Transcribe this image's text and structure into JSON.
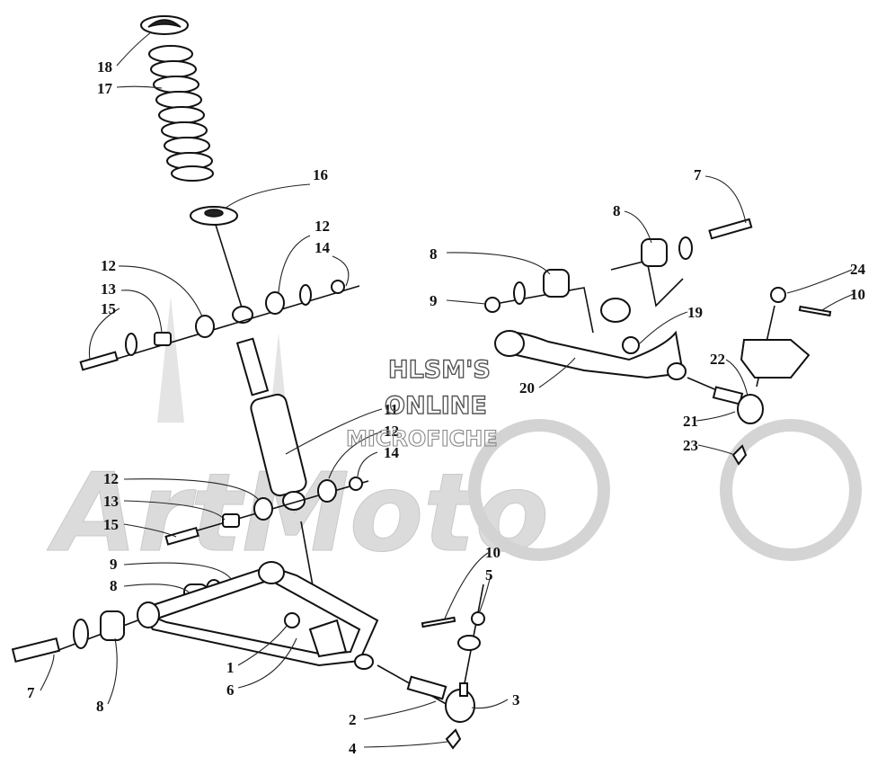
{
  "watermark": {
    "line1": "HLSM'S",
    "line2": "ONLINE",
    "line3": "MICROFICHE",
    "logo": "ArtMoto"
  },
  "callouts": {
    "c18": "18",
    "c17": "17",
    "c16": "16",
    "c12a": "12",
    "c14a": "14",
    "c12b": "12",
    "c13a": "13",
    "c15a": "15",
    "c11": "11",
    "c12c": "12",
    "c14b": "14",
    "c12d": "12",
    "c13b": "13",
    "c15b": "15",
    "c9a": "9",
    "c8a": "8",
    "c1": "1",
    "c6": "6",
    "c7a": "7",
    "c8b": "8",
    "c10a": "10",
    "c5": "5",
    "c2": "2",
    "c3": "3",
    "c4": "4",
    "c7b": "7",
    "c8c": "8",
    "c8d": "8",
    "c9b": "9",
    "c24": "24",
    "c10b": "10",
    "c19": "19",
    "c20": "20",
    "c22": "22",
    "c21": "21",
    "c23": "23"
  }
}
